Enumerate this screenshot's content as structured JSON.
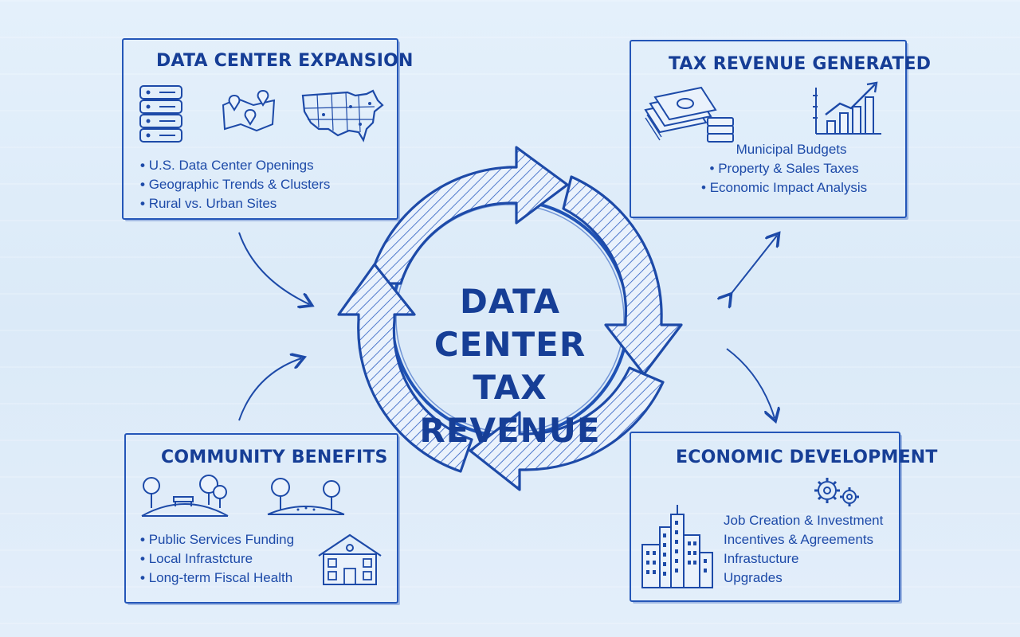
{
  "center": {
    "line1": "DATA CENTER",
    "line2": "TAX REVENUE"
  },
  "boxes": {
    "expansion": {
      "title": "DATA CENTER EXPANSION",
      "items": [
        "U.S. Data Center Openings",
        "Geographic Trends & Clusters",
        "Rural vs. Urban Sites"
      ]
    },
    "revenue": {
      "title": "TAX REVENUE GENERATED",
      "items": [
        "Municipal Budgets",
        "Property & Sales Taxes",
        "Economic Impact Analysis"
      ]
    },
    "community": {
      "title": "COMMUNITY BENEFITS",
      "items": [
        "Public Services Funding",
        "Local Infrastcture",
        "Long-term Fiscal Health"
      ]
    },
    "economic": {
      "title": "ECONOMIC DEVELOPMENT",
      "items": [
        "Job Creation & Investment",
        "Incentives & Agreements",
        "Infrastucture",
        "Upgrades"
      ]
    }
  },
  "icons": [
    "server-stack-icon",
    "map-pins-icon",
    "usa-map-icon",
    "cash-stack-icon",
    "bar-chart-growth-icon",
    "park-icon",
    "trees-icon",
    "school-building-icon",
    "gears-icon",
    "city-buildings-icon"
  ],
  "colors": {
    "ink": "#1d4aa8",
    "ink_dark": "#163e96",
    "background": "#e0edf9"
  }
}
